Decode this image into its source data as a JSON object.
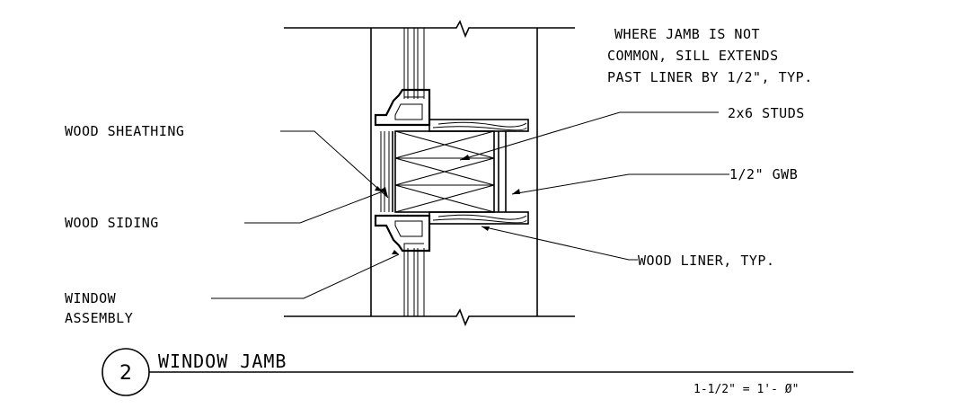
{
  "labels": {
    "note_line1": "WHERE JAMB IS NOT",
    "note_line2": "COMMON, SILL EXTENDS",
    "note_line3": "PAST LINER BY 1/2\", TYP.",
    "studs": "2x6 STUDS",
    "sheathing": "WOOD SHEATHING",
    "gwb": "1/2\" GWB",
    "siding": "WOOD SIDING",
    "liner": "WOOD LINER, TYP.",
    "window_line1": "WINDOW",
    "window_line2": "ASSEMBLY"
  },
  "title": {
    "number": "2",
    "name": "WINDOW JAMB",
    "scale": "1-1/2\" = 1'- Ø\""
  }
}
